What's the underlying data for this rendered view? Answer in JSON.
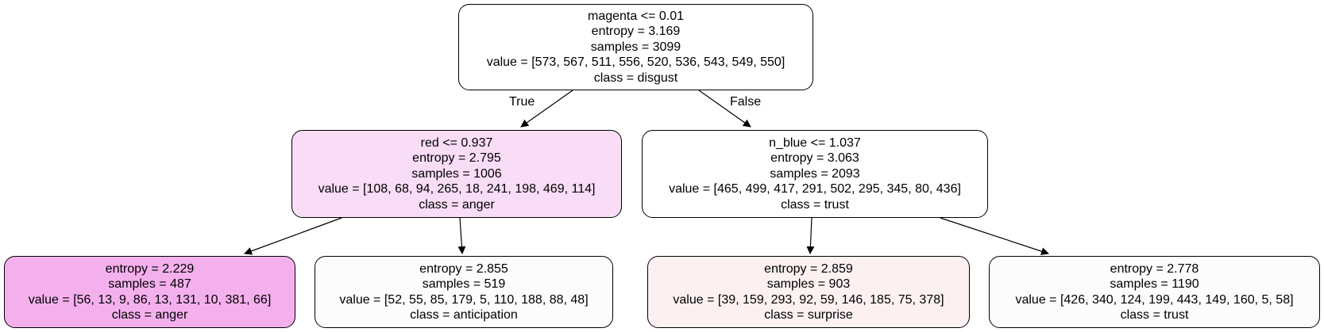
{
  "nodes": {
    "root": {
      "split": "magenta <= 0.01",
      "entropy": "entropy = 3.169",
      "samples": "samples = 3099",
      "value": "value = [573, 567, 511, 556, 520, 536, 543, 549, 550]",
      "class": "class = disgust",
      "fill": "#ffffff"
    },
    "left": {
      "split": "red <= 0.937",
      "entropy": "entropy = 2.795",
      "samples": "samples = 1006",
      "value": "value = [108, 68, 94, 265, 18, 241, 198, 469, 114]",
      "class": "class = anger",
      "fill": "#f9ddf6"
    },
    "right": {
      "split": "n_blue <= 1.037",
      "entropy": "entropy = 3.063",
      "samples": "samples = 2093",
      "value": "value = [465, 499, 417, 291, 502, 295, 345, 80, 436]",
      "class": "class = trust",
      "fill": "#ffffff"
    },
    "left_left": {
      "entropy": "entropy = 2.229",
      "samples": "samples = 487",
      "value": "value = [56, 13, 9, 86, 13, 131, 10, 381, 66]",
      "class": "class = anger",
      "fill": "#f4b0ed"
    },
    "left_right": {
      "entropy": "entropy = 2.855",
      "samples": "samples = 519",
      "value": "value = [52, 55, 85, 179, 5, 110, 188, 88, 48]",
      "class": "class = anticipation",
      "fill": "#fcfbfe"
    },
    "right_left": {
      "entropy": "entropy = 2.859",
      "samples": "samples = 903",
      "value": "value = [39, 159, 293, 92, 59, 146, 185, 75, 378]",
      "class": "class = surprise",
      "fill": "#fcf0f1"
    },
    "right_right": {
      "entropy": "entropy = 2.778",
      "samples": "samples = 1190",
      "value": "value = [426, 340, 124, 199, 443, 149, 160, 5, 58]",
      "class": "class = trust",
      "fill": "#fbfdfb"
    }
  },
  "edge_labels": {
    "true_label": "True",
    "false_label": "False"
  }
}
